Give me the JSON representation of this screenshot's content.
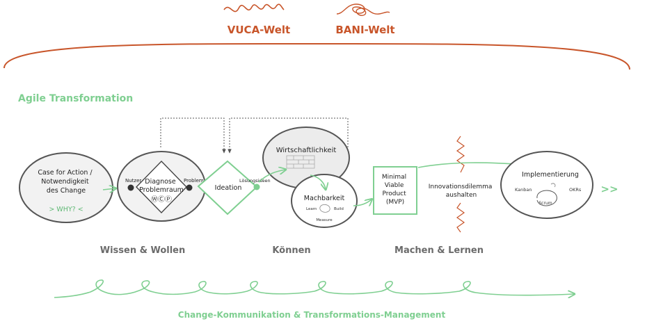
{
  "header": {
    "vuca": "VUCA-Welt",
    "bani": "BANI-Welt"
  },
  "section_title": "Agile Transformation",
  "nodes": {
    "case_for_action": {
      "lines": [
        "Case for Action /",
        "Notwendigkeit",
        "des Change"
      ],
      "why": "> WHY? <"
    },
    "diagnose": {
      "lines": [
        "Diagnose",
        "Problemraum"
      ],
      "symbols": "ⓌⒸⓅ",
      "left_label": "Nutzer",
      "right_label": "Problem"
    },
    "ideation": {
      "label": "Ideation",
      "right_label": "Lösungsideen"
    },
    "wirtschaftlichkeit": {
      "label": "Wirtschaftlichkeit"
    },
    "machbarkeit": {
      "label": "Machbarkeit",
      "learn": "Learn",
      "build": "Build",
      "measure": "Measure"
    },
    "mvp": {
      "lines": [
        "Minimal",
        "Viable",
        "Product",
        "(MVP)"
      ]
    },
    "innovationsdilemma": {
      "lines": [
        "Innovationsdilemma",
        "aushalten"
      ]
    },
    "implementierung": {
      "label": "Implementierung",
      "kanban": "Kanban",
      "okrs": "OKRs",
      "scrum": "Scrum"
    }
  },
  "end_marker": ">>",
  "phases": [
    "Wissen & Wollen",
    "Können",
    "Machen & Lernen"
  ],
  "footer": "Change-Kommunikation & Transformations-Management",
  "colors": {
    "orange": "#c8552a",
    "green": "#7fcf91",
    "green_dark": "#5fb874",
    "gray_text": "#6b6b6b",
    "stroke": "#555555",
    "fill_gray": "#f2f2f2"
  }
}
